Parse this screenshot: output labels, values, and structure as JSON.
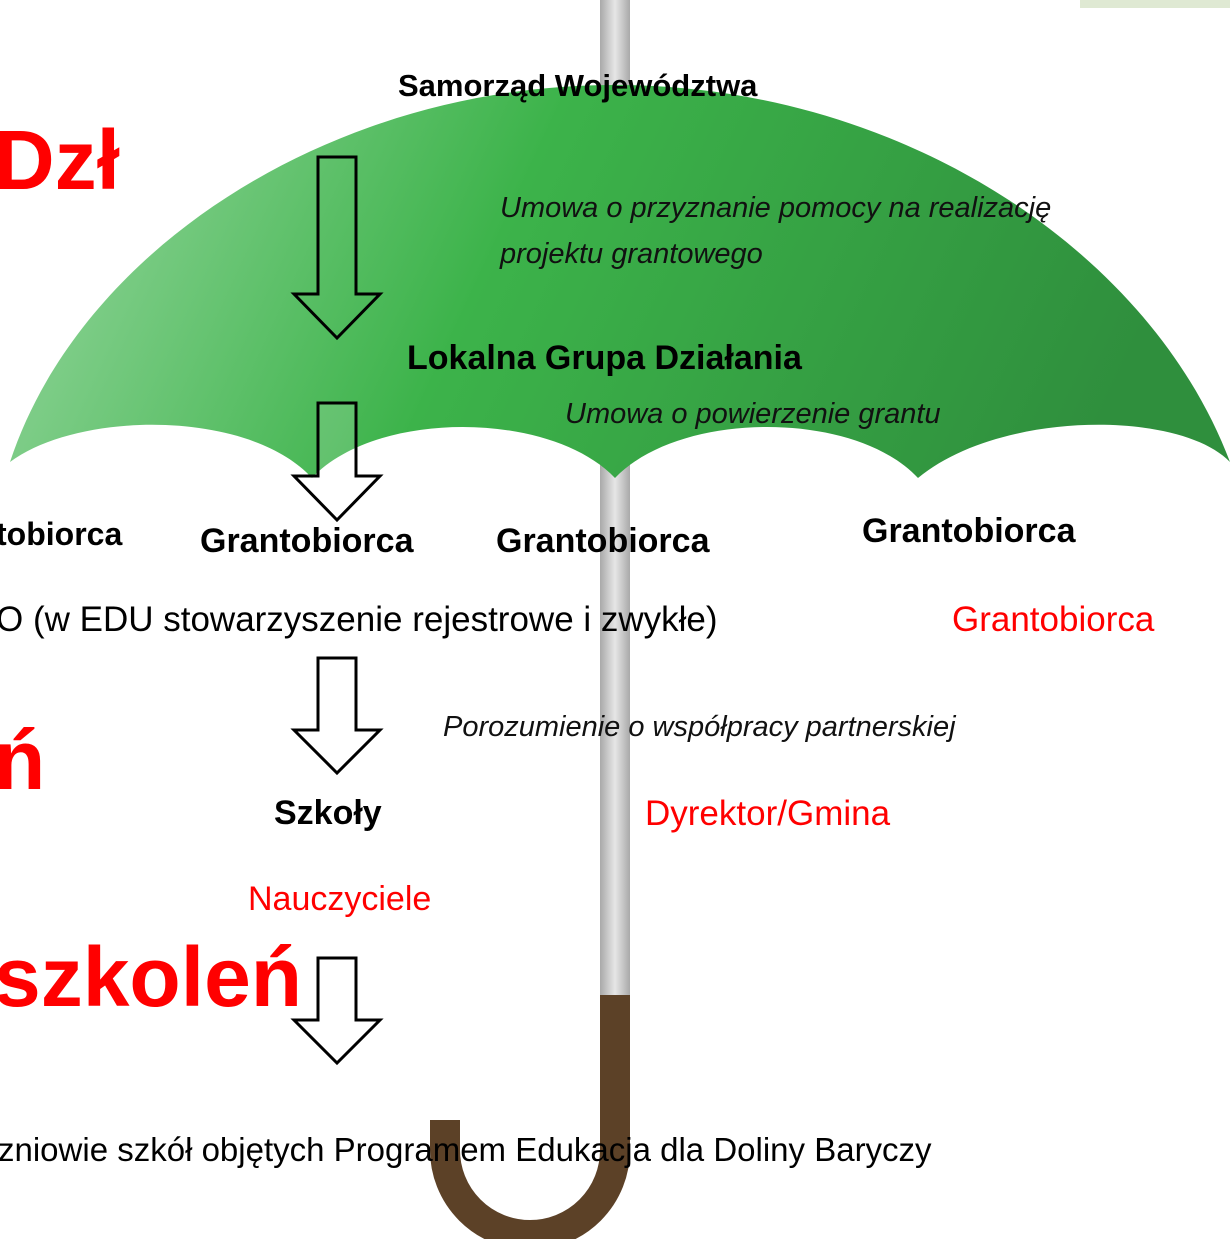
{
  "colors": {
    "canopy_light": "#8fd39a",
    "canopy_mid": "#3bb34b",
    "canopy_dark": "#2e8f3c",
    "shaft": "#c9c9c9",
    "handle": "#5c4127",
    "highlight": "#ff0000"
  },
  "icons": [
    "down-arrow-icon"
  ],
  "fragments": {
    "left_top": "Dzł",
    "left_mid": "ń",
    "left_bottom": "szkoleń"
  },
  "levels": {
    "top_label": "Samorząd Województwa",
    "agreement_1": "Umowa o przyznanie pomocy na realizację projektu grantowego",
    "agreement_1_line1": "Umowa o przyznanie pomocy na realizację",
    "agreement_1_line2": "projektu grantowego",
    "lgd_label": "Lokalna Grupa Działania",
    "agreement_2": "Umowa o powierzenie grantu",
    "grantees": [
      "tobiorca",
      "Grantobiorca",
      "Grantobiorca",
      "Grantobiorca"
    ],
    "ngo_line": "O (w EDU stowarzyszenie rejestrowe i zwykłe)",
    "ngo_role": "Grantobiorca",
    "agreement_3": "Porozumienie o współpracy partnerskiej",
    "schools_label": "Szkoły",
    "schools_role": "Dyrektor/Gmina",
    "teachers_label": "Nauczyciele",
    "pupils_line": "zniowie szkół objętych Programem Edukacja dla Doliny Baryczy"
  }
}
